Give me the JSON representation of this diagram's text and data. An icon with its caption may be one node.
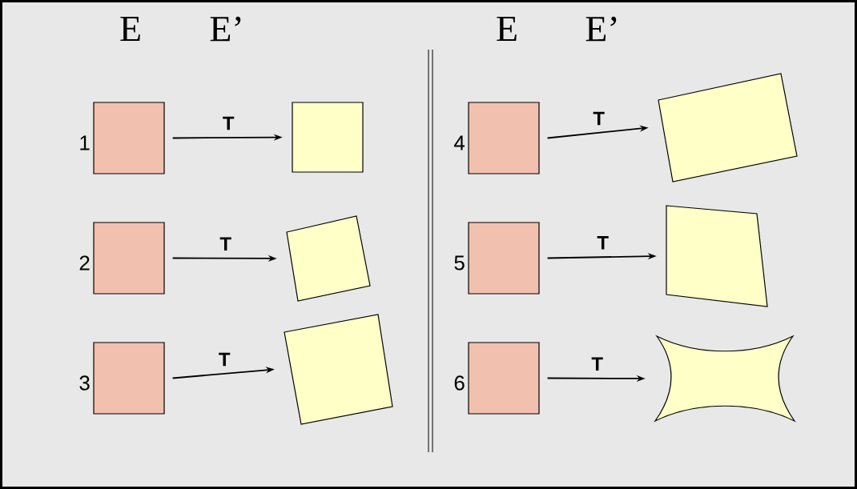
{
  "diagram": {
    "nodes": [
      {
        "text": [],
        "shape": "box",
        "beside": [
          "1"
        ]
      },
      {
        "text": [],
        "shape": "box"
      },
      {
        "text": [],
        "shape": "box",
        "beside": [
          "4"
        ]
      },
      {
        "text": [],
        "shape": "box"
      },
      {
        "text": [],
        "shape": "box",
        "beside": [
          "2"
        ]
      },
      {
        "text": [],
        "shape": "box"
      },
      {
        "text": [],
        "shape": "box",
        "beside": [
          "5"
        ]
      },
      {
        "text": [],
        "shape": "box"
      },
      {
        "text": [],
        "shape": "box",
        "beside": [
          "3"
        ]
      },
      {
        "text": [],
        "shape": "box"
      },
      {
        "text": [],
        "shape": "box",
        "beside": [
          "6"
        ]
      },
      {
        "text": [],
        "shape": "box"
      }
    ],
    "edges": [
      {
        "from": 0,
        "to": 1,
        "arrow": "to",
        "label": "T"
      },
      {
        "from": 2,
        "to": 3,
        "arrow": "to",
        "label": "T"
      },
      {
        "from": 4,
        "to": 5,
        "arrow": "to",
        "label": "T"
      },
      {
        "from": 6,
        "to": 7,
        "arrow": "to",
        "label": "T"
      },
      {
        "from": 8,
        "to": 9,
        "arrow": "to",
        "label": "T"
      },
      {
        "from": 10,
        "to": 11,
        "arrow": "to",
        "label": "T"
      }
    ],
    "labels": [
      "E",
      "E’",
      "E",
      "E’"
    ]
  }
}
